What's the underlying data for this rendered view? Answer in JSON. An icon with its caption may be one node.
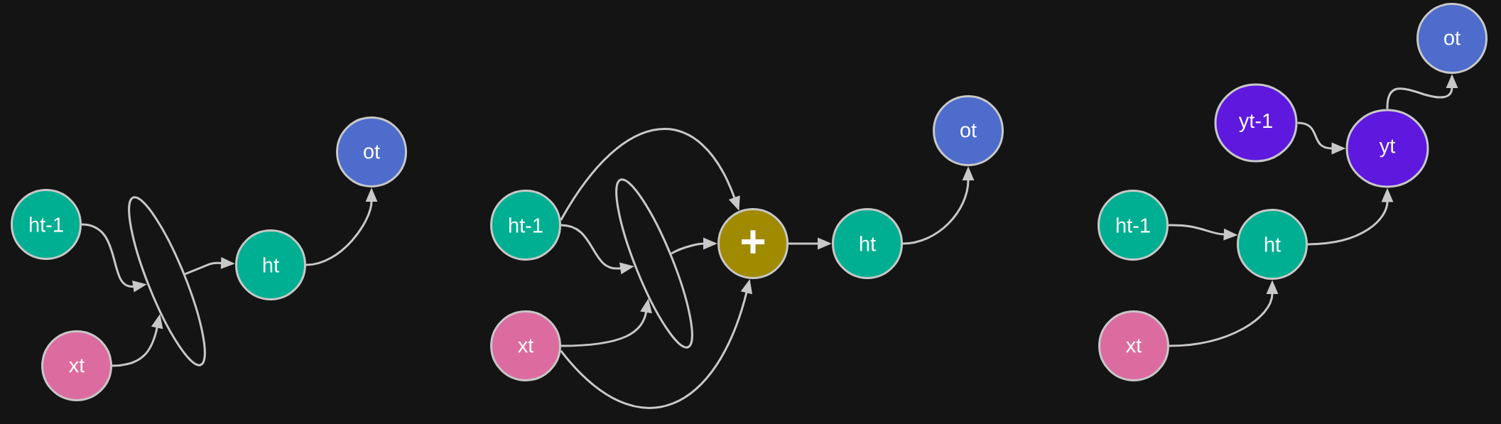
{
  "diagram": {
    "nodes": [
      {
        "text": [
          "ht-1"
        ]
      },
      {
        "text": [
          "xt"
        ]
      },
      {
        "text": [],
        "shape": "ellipse"
      },
      {
        "text": [
          "ht"
        ]
      },
      {
        "text": [
          "ot"
        ]
      },
      {
        "text": [
          "ht-1"
        ]
      },
      {
        "text": [
          "xt"
        ]
      },
      {
        "text": [],
        "shape": "ellipse"
      },
      {
        "text": [
          "+"
        ]
      },
      {
        "text": [
          "ht"
        ]
      },
      {
        "text": [
          "ot"
        ]
      },
      {
        "text": [
          "ht-1"
        ]
      },
      {
        "text": [
          "xt"
        ]
      },
      {
        "text": [
          "yt-1"
        ]
      },
      {
        "text": [
          "ht"
        ]
      },
      {
        "text": [
          "yt"
        ]
      },
      {
        "text": [
          "ot"
        ]
      }
    ],
    "edges": [
      {
        "from": 0,
        "to": 2,
        "arrow": "to"
      },
      {
        "from": 1,
        "to": 2,
        "arrow": "to"
      },
      {
        "from": 2,
        "to": 3,
        "arrow": "to"
      },
      {
        "from": 3,
        "to": 4,
        "arrow": "to"
      },
      {
        "from": 5,
        "to": 8,
        "arrow": "to"
      },
      {
        "from": 5,
        "to": 7,
        "arrow": "to"
      },
      {
        "from": 6,
        "to": 7,
        "arrow": "to"
      },
      {
        "from": 6,
        "to": 8,
        "arrow": "to"
      },
      {
        "from": 7,
        "to": 8,
        "arrow": "to"
      },
      {
        "from": 8,
        "to": 9,
        "arrow": "to"
      },
      {
        "from": 9,
        "to": 10,
        "arrow": "to"
      },
      {
        "from": 11,
        "to": 14,
        "arrow": "to"
      },
      {
        "from": 12,
        "to": 14,
        "arrow": "to"
      },
      {
        "from": 14,
        "to": 15,
        "arrow": "to"
      },
      {
        "from": 13,
        "to": 15,
        "arrow": "to"
      },
      {
        "from": 15,
        "to": 16,
        "arrow": "to"
      }
    ]
  }
}
